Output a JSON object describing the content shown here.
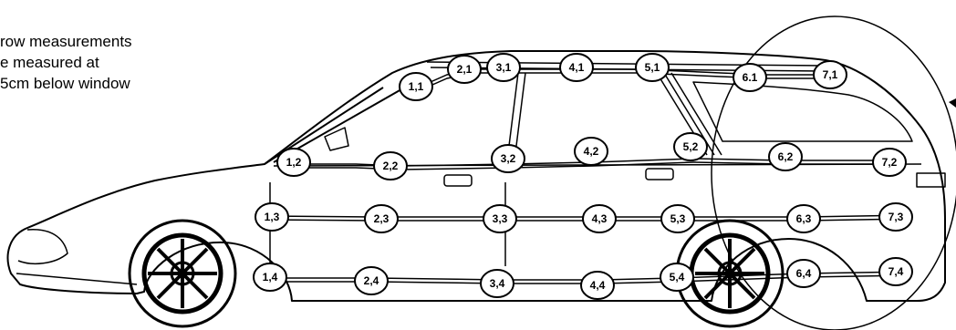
{
  "annotation": {
    "lines": [
      "row measurements",
      "e measured at",
      "5cm below window"
    ]
  },
  "points": [
    {
      "label": "1,1"
    },
    {
      "label": "2,1"
    },
    {
      "label": "3,1"
    },
    {
      "label": "4,1"
    },
    {
      "label": "5,1"
    },
    {
      "label": "6.1"
    },
    {
      "label": "7,1"
    },
    {
      "label": "1,2"
    },
    {
      "label": "2,2"
    },
    {
      "label": "3,2"
    },
    {
      "label": "4,2"
    },
    {
      "label": "5,2"
    },
    {
      "label": "6,2"
    },
    {
      "label": "7,2"
    },
    {
      "label": "1,3"
    },
    {
      "label": "2,3"
    },
    {
      "label": "3,3"
    },
    {
      "label": "4,3"
    },
    {
      "label": "5,3"
    },
    {
      "label": "6,3"
    },
    {
      "label": "7,3"
    },
    {
      "label": "1,4"
    },
    {
      "label": "2,4"
    },
    {
      "label": "3,4"
    },
    {
      "label": "4,4"
    },
    {
      "label": "5,4"
    },
    {
      "label": "6,4"
    },
    {
      "label": "7,4"
    }
  ]
}
